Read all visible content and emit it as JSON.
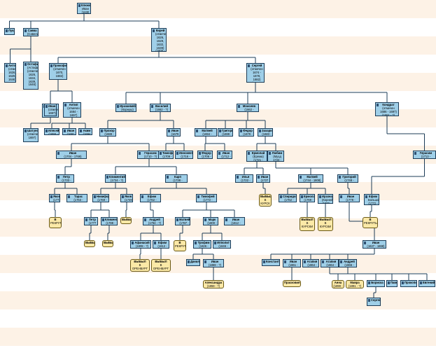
{
  "nodes": [
    {
      "id": "n1",
      "name": "Клюков",
      "sub": [
        "Иван",
        "(1630 - ?)"
      ]
    },
    {
      "id": "n2",
      "name": "Лука",
      "sub": []
    },
    {
      "id": "n3",
      "name": "Савва",
      "sub": [
        "(Савелий)"
      ]
    },
    {
      "id": "n4",
      "name": "Кирей",
      "sub": [
        "(отмечен",
        "1626,",
        "1629,",
        "1632,",
        "1639)",
        "(1600 - ?)"
      ]
    },
    {
      "id": "n5",
      "name": "Антон",
      "sub": [
        "(отмечен",
        "1626,",
        "1629,",
        "1646)"
      ]
    },
    {
      "id": "n6",
      "name": "Остафий",
      "sub": [
        "(Астафий)",
        "(отмечен",
        "1626,",
        "1634,",
        "1639,",
        "1646)"
      ]
    },
    {
      "id": "n7",
      "name": "Прокофий",
      "sub": [
        "(отмечен",
        "1670,",
        "1682)"
      ]
    },
    {
      "id": "n8",
      "name": "Сергей",
      "sub": [
        "(отмечен",
        "1674 - 1678,",
        "1682)",
        "(1630 - ?)"
      ]
    },
    {
      "id": "n9",
      "name": "Иван",
      "sub": [
        "(отмечен",
        "1670)"
      ]
    },
    {
      "id": "n10",
      "name": "Иван",
      "sub": [
        "(отмечен",
        "1697)"
      ]
    },
    {
      "id": "n11",
      "name": "Антип",
      "sub": [
        "(отмечен",
        "1684 - 1697)"
      ]
    },
    {
      "id": "n12",
      "name": "Шатунов",
      "sub": [
        "(отмечен",
        "1697)"
      ]
    },
    {
      "id": "n13",
      "name": "Илясей",
      "sub": [
        "(1655 - ?)"
      ]
    },
    {
      "id": "n14",
      "name": "Иван",
      "sub": [
        "(1691 - ?)"
      ]
    },
    {
      "id": "n15",
      "name": "Аким",
      "sub": [
        "(1694 - ?)"
      ]
    },
    {
      "id": "n16",
      "name": "Иразанмей",
      "sub": [
        "(Корнуш)"
      ]
    },
    {
      "id": "n17",
      "name": "Василий",
      "sub": [
        "(1662 - ?)"
      ]
    },
    {
      "id": "n18",
      "name": "Моисеев",
      "sub": [
        "(1662 - 1698)"
      ]
    },
    {
      "id": "n19",
      "name": "Кондрат",
      "sub": [
        "(отмечен",
        "1686 - 1697)",
        "(1664 - ?)"
      ]
    },
    {
      "id": "n20",
      "name": "Прохор",
      "sub": [
        "(1688 - ?)"
      ]
    },
    {
      "id": "n21",
      "name": "Иван",
      "sub": [
        "(1679 - ?)"
      ]
    },
    {
      "id": "n22",
      "name": "Матвей",
      "sub": [
        "(1694 - 1718)"
      ]
    },
    {
      "id": "n23",
      "name": "Григорий",
      "sub": [
        "(1699 - ?)"
      ]
    },
    {
      "id": "n24",
      "name": "Федор",
      "sub": [
        "(1679 - ?)"
      ]
    },
    {
      "id": "n25",
      "name": "Захарий",
      "sub": [
        "(1683 - ?)"
      ]
    },
    {
      "id": "n26",
      "name": "Иван",
      "sub": [
        "(1704 - 1769)"
      ]
    },
    {
      "id": "n27",
      "name": "Герасим",
      "sub": [
        "(1710 - ?)"
      ]
    },
    {
      "id": "n28",
      "name": "Тимофей",
      "sub": [
        "(1709 - ?)"
      ]
    },
    {
      "id": "n29",
      "name": "Иннокент",
      "sub": [
        "(1716 - ?)"
      ]
    },
    {
      "id": "n30",
      "name": "Федор",
      "sub": [
        "(1706 - ?)"
      ]
    },
    {
      "id": "n31",
      "name": "Иван",
      "sub": [
        "(1712 - ?)"
      ]
    },
    {
      "id": "n32",
      "name": "Ермолай",
      "sub": [
        "(Ерема)",
        "(1721 - 1744)"
      ]
    },
    {
      "id": "n33",
      "name": "Петр",
      "sub": [
        "(1713 - 1780)"
      ]
    },
    {
      "id": "n34",
      "name": "Любим",
      "sub": [
        "(Мухд",
        "1723 - 1744)"
      ]
    },
    {
      "id": "n35",
      "name": "Герасим",
      "sub": [
        "(1713 - 1775)"
      ]
    },
    {
      "id": "n36",
      "name": "Петр",
      "sub": [
        "(1733 - 1806)"
      ]
    },
    {
      "id": "n37",
      "name": "Климентий",
      "sub": [
        "(1724 - ?)"
      ]
    },
    {
      "id": "n38",
      "name": "Карп",
      "sub": [
        "(1738 - 1788)"
      ]
    },
    {
      "id": "n39",
      "name": "Илья",
      "sub": [
        "(1722 - 1746)"
      ]
    },
    {
      "id": "n40",
      "name": "Иван",
      "sub": [
        "(1727 - ?)"
      ]
    },
    {
      "id": "n41",
      "name": "Матвей",
      "sub": [
        "(1744 - 1808)"
      ]
    },
    {
      "id": "n42",
      "name": "Григорий",
      "sub": [
        "(1748 - 1767)"
      ]
    },
    {
      "id": "n43",
      "name": "Яков",
      "sub": [
        "(1773 - ?)"
      ]
    },
    {
      "id": "n44",
      "name": "Тарас",
      "sub": [
        "(1763 - 1787)"
      ]
    },
    {
      "id": "n45",
      "name": "Никифор",
      "sub": [
        "(1769 - ?)"
      ]
    },
    {
      "id": "n46",
      "name": "Яков",
      "sub": [
        "(1749 - ?)"
      ]
    },
    {
      "id": "n47",
      "name": "Ефим",
      "sub": [
        "(1762 - 1812)"
      ]
    },
    {
      "id": "n48",
      "name": "Тимофей",
      "sub": [
        "(1772 - 1832)"
      ]
    },
    {
      "id": "n49",
      "name": "ВЫБЫЛ",
      "sub": [
        "В КУРСК"
      ]
    },
    {
      "id": "n50",
      "name": "Спиридон",
      "sub": [
        "(1762 - 1768)"
      ]
    },
    {
      "id": "n51",
      "name": "Ермолай",
      "sub": [
        "(1769 - ?)"
      ]
    },
    {
      "id": "n52",
      "name": "Иразнан",
      "sub": [
        "(Корней)",
        "(1776 - ?)"
      ]
    },
    {
      "id": "n53",
      "name": "Иван",
      "sub": [
        "(1778 - 1800)"
      ]
    },
    {
      "id": "n54",
      "name": "Ефим",
      "sub": [
        "Большой",
        "(1772 - ?)"
      ]
    },
    {
      "id": "n55",
      "name": "В",
      "sub": [
        "РЕКРУТЫ"
      ]
    },
    {
      "id": "n56",
      "name": "Петр",
      "sub": [
        "(1777 - ?)"
      ]
    },
    {
      "id": "n57",
      "name": "Климент",
      "sub": [
        "(1788 - ?)"
      ]
    },
    {
      "id": "n58",
      "name": "ВЫБЫЛ",
      "sub": []
    },
    {
      "id": "n59",
      "name": "Андрей",
      "sub": [
        "(1784 - ?)"
      ]
    },
    {
      "id": "n60",
      "name": "Матвей",
      "sub": [
        "(1787 - ?)"
      ]
    },
    {
      "id": "n61",
      "name": "Марк",
      "sub": [
        "(1800 - ?)"
      ]
    },
    {
      "id": "n62",
      "name": "Иван",
      "sub": [
        "(1812 - 1826)"
      ]
    },
    {
      "id": "n63",
      "name": "ВЫБЫЛ",
      "sub": [
        "В",
        "КУРСКИ"
      ]
    },
    {
      "id": "n64",
      "name": "ВЫБЫЛ",
      "sub": [
        "В",
        "КУРСКИ"
      ]
    },
    {
      "id": "n65",
      "name": "В",
      "sub": [
        "РЕКРУТЫ"
      ]
    },
    {
      "id": "n66",
      "name": "ВЫБЫЛ",
      "sub": []
    },
    {
      "id": "n67",
      "name": "ВЫБЫЛ",
      "sub": []
    },
    {
      "id": "n68",
      "name": "Афанасий",
      "sub": [
        "(1808 - ?)"
      ]
    },
    {
      "id": "n69",
      "name": "Ефим",
      "sub": [
        "(1812 - ?)"
      ]
    },
    {
      "id": "n70",
      "name": "В",
      "sub": [
        "РЕКРУТЫ"
      ]
    },
    {
      "id": "n71",
      "name": "Трофим",
      "sub": [
        "(1826 - ?)"
      ]
    },
    {
      "id": "n72",
      "name": "Ипполит",
      "sub": [
        "(1846 - ?)"
      ]
    },
    {
      "id": "n73",
      "name": "Иван",
      "sub": [
        "(1827 - 1868)"
      ]
    },
    {
      "id": "n74",
      "name": "ВЫБЫЛ",
      "sub": [
        "В",
        "ОРЕНБУРГ"
      ]
    },
    {
      "id": "n75",
      "name": "ВЫБЫЛ",
      "sub": [
        "В",
        "ОРЕНБУРГ"
      ]
    },
    {
      "id": "n76",
      "name": "Данила",
      "sub": []
    },
    {
      "id": "n77",
      "name": "Иван",
      "sub": [
        "(1869 - ?)"
      ]
    },
    {
      "id": "n78",
      "name": "Константин",
      "sub": []
    },
    {
      "id": "n79",
      "name": "Иван",
      "sub": [
        "(1861 - ?)"
      ]
    },
    {
      "id": "n80",
      "name": "Агапия",
      "sub": [
        "(1864 - ?)"
      ]
    },
    {
      "id": "n81",
      "name": "Агапия",
      "sub": [
        "(1864 - ?)"
      ]
    },
    {
      "id": "n82",
      "name": "Андрей",
      "sub": [
        "(1866 - ?)"
      ]
    },
    {
      "id": "n83",
      "name": "Александра",
      "sub": [
        "(1859 - ?)"
      ]
    },
    {
      "id": "n84",
      "name": "Прасковия",
      "sub": []
    },
    {
      "id": "n85",
      "name": "Анна",
      "sub": [
        "(1890 - ?)"
      ]
    },
    {
      "id": "n86",
      "name": "Мавра",
      "sub": [
        "(1891 - ?)"
      ]
    },
    {
      "id": "n87",
      "name": "Бориска",
      "sub": []
    },
    {
      "id": "n88",
      "name": "Павел",
      "sub": []
    },
    {
      "id": "n89",
      "name": "Прокопий",
      "sub": []
    },
    {
      "id": "n90",
      "name": "Евгений",
      "sub": []
    },
    {
      "id": "n91",
      "name": "Сергей",
      "sub": []
    }
  ]
}
